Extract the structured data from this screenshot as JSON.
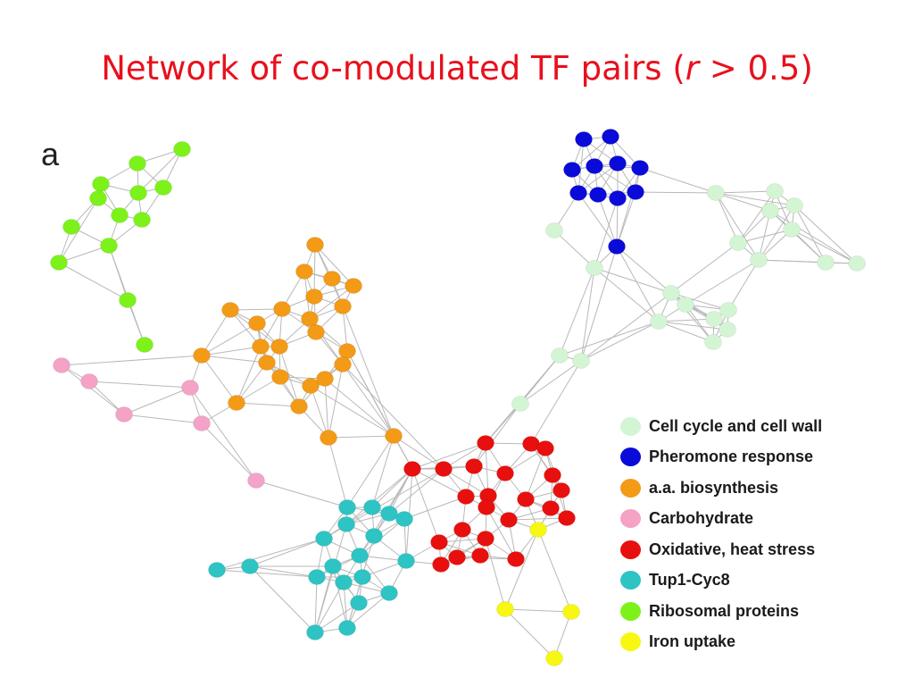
{
  "title": {
    "prefix": "Network of co-modulated TF pairs (",
    "r": "r",
    "suffix": " > 0.5)"
  },
  "panel_label": "a",
  "legend": [
    {
      "label": "Cell cycle and cell wall",
      "color": "#d4f5d4"
    },
    {
      "label": "Pheromone response",
      "color": "#0a0ad9"
    },
    {
      "label": "a.a. biosynthesis",
      "color": "#f39a17"
    },
    {
      "label": "Carbohydrate",
      "color": "#f4a2c6"
    },
    {
      "label": "Oxidative, heat stress",
      "color": "#e8100e"
    },
    {
      "label": "Tup1-Cyc8",
      "color": "#2ec4c4"
    },
    {
      "label": "Ribosomal proteins",
      "color": "#7df21a"
    },
    {
      "label": "Iron uptake",
      "color": "#f7f712"
    }
  ],
  "colors": {
    "title": "#e8101c",
    "edge": "#b8b8b8"
  }
}
